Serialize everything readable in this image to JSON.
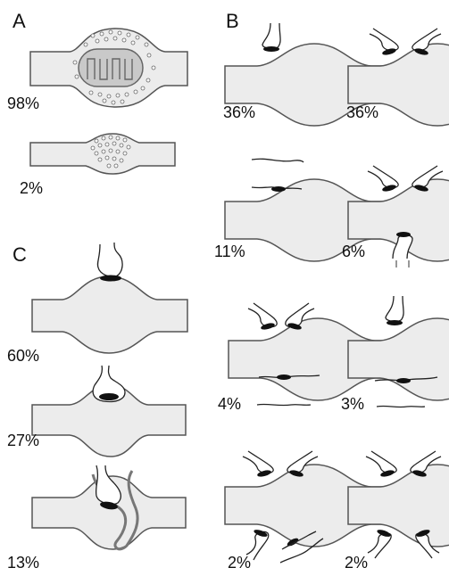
{
  "panels": {
    "A": {
      "label": "A",
      "items": [
        "98%",
        "2%"
      ]
    },
    "B": {
      "label": "B",
      "items": [
        "36%",
        "36%",
        "11%",
        "6%",
        "4%",
        "3%",
        "2%",
        "2%"
      ]
    },
    "C": {
      "label": "C",
      "items": [
        "60%",
        "27%",
        "13%"
      ]
    }
  }
}
